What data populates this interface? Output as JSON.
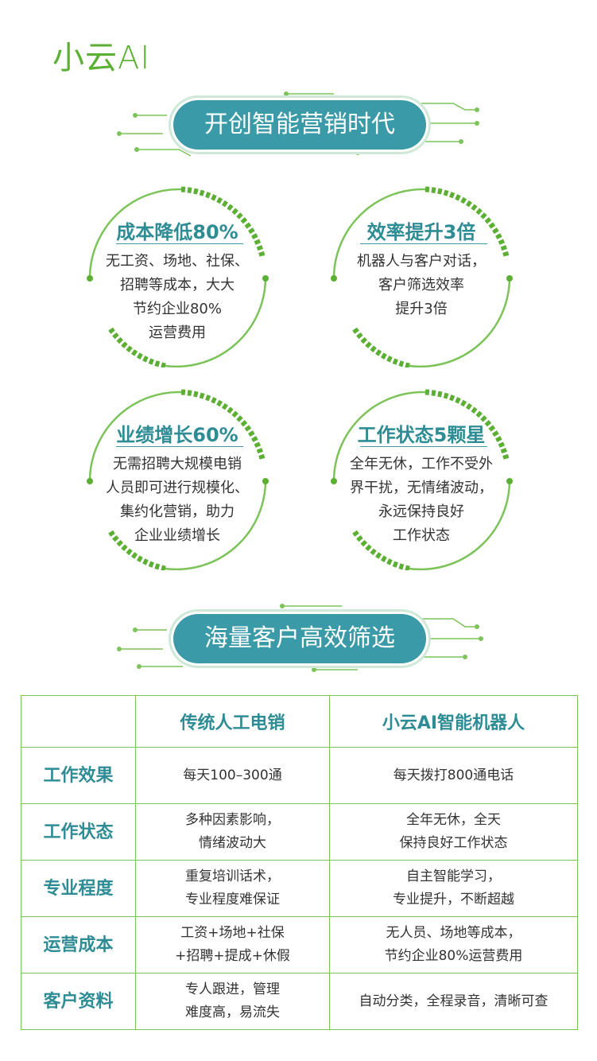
{
  "logo": "小云AI",
  "banner1": "开创智能营销时代",
  "banner2": "海量客户高效筛选",
  "features": [
    {
      "title": "成本降低80%",
      "lines": [
        "无工资、场地、社保、",
        "招聘等成本，大大",
        "节约企业80%",
        "运营费用"
      ]
    },
    {
      "title": "效率提升3倍",
      "lines": [
        "机器人与客户对话，",
        "客户筛选效率",
        "提升3倍"
      ]
    },
    {
      "title": "业绩增长60%",
      "lines": [
        "无需招聘大规模电销",
        "人员即可进行规模化、",
        "集约化营销，助力",
        "企业业绩增长"
      ]
    },
    {
      "title": "工作状态5颗星",
      "lines": [
        "全年无休，工作不受外",
        "界干扰，无情绪波动，",
        "永远保持良好",
        "工作状态"
      ]
    }
  ],
  "table": {
    "headers": [
      "",
      "传统人工电销",
      "小云AI智能机器人"
    ],
    "rows": [
      {
        "label": "工作效果",
        "traditional": [
          "每天100–300通"
        ],
        "ai": [
          "每天拨打800通电话"
        ]
      },
      {
        "label": "工作状态",
        "traditional": [
          "多种因素影响，",
          "情绪波动大"
        ],
        "ai": [
          "全年无休，全天",
          "保持良好工作状态"
        ]
      },
      {
        "label": "专业程度",
        "traditional": [
          "重复培训话术，",
          "专业程度难保证"
        ],
        "ai": [
          "自主智能学习，",
          "专业提升，不断超越"
        ]
      },
      {
        "label": "运营成本",
        "traditional": [
          "工资+场地+社保",
          "+招聘+提成+休假"
        ],
        "ai": [
          "无人员、场地等成本，",
          "节约企业80%运营费用"
        ]
      },
      {
        "label": "客户资料",
        "traditional": [
          "专人跟进，管理",
          "难度高，易流失"
        ],
        "ai": [
          "自动分类，全程录音，清晰可查"
        ]
      }
    ]
  },
  "colors": {
    "teal": "#3a9aa7",
    "green": "#5bb033",
    "border": "#7cc35a"
  }
}
